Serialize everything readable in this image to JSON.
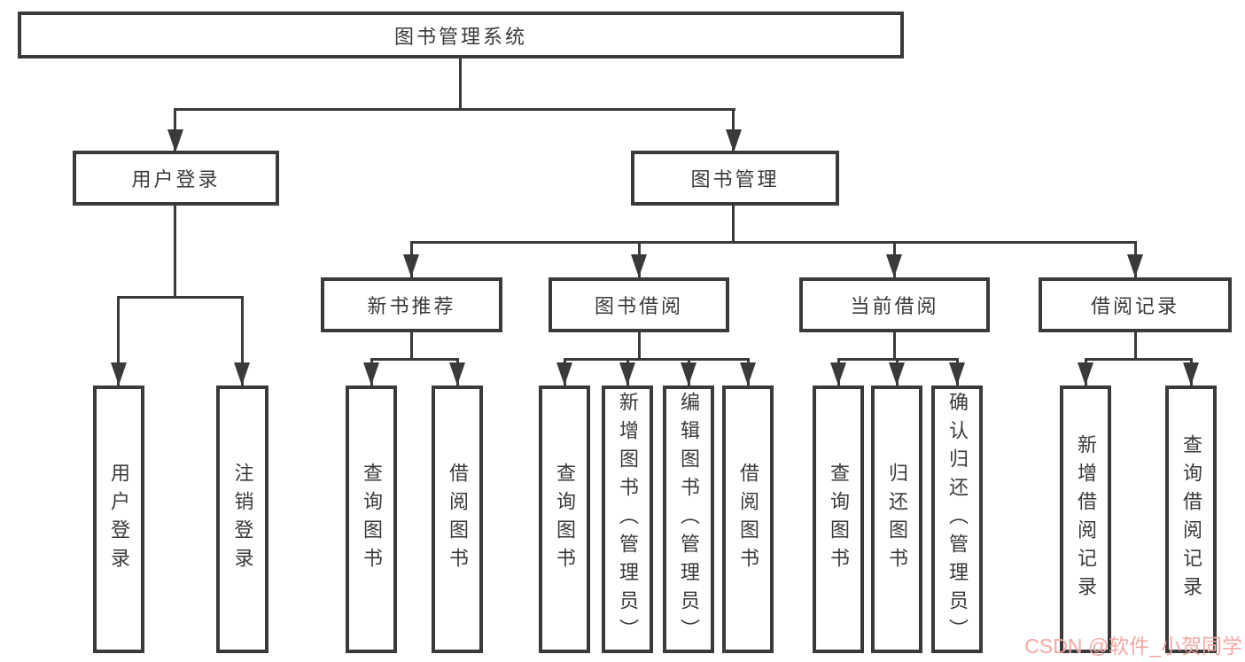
{
  "diagram": {
    "root": {
      "label": "图书管理系统"
    },
    "branches": [
      {
        "label": "用户登录",
        "children": [
          {
            "label": "用户登录"
          },
          {
            "label": "注销登录"
          }
        ]
      },
      {
        "label": "图书管理",
        "children": [
          {
            "label": "新书推荐",
            "children": [
              {
                "label": "查询图书"
              },
              {
                "label": "借阅图书"
              }
            ]
          },
          {
            "label": "图书借阅",
            "children": [
              {
                "label": "查询图书"
              },
              {
                "label": "新增图书（管理员）"
              },
              {
                "label": "编辑图书（管理员）"
              },
              {
                "label": "借阅图书"
              }
            ]
          },
          {
            "label": "当前借阅",
            "children": [
              {
                "label": "查询图书"
              },
              {
                "label": "归还图书"
              },
              {
                "label": "确认归还（管理员）"
              }
            ]
          },
          {
            "label": "借阅记录",
            "children": [
              {
                "label": "新增借阅记录"
              },
              {
                "label": "查询借阅记录"
              }
            ]
          }
        ]
      }
    ]
  },
  "watermark": {
    "text": "CSDN @软件_小贺同学",
    "color": "#f2a8a3"
  },
  "colors": {
    "line": "#3a3a3a",
    "text": "#3a3a3a",
    "box_background": "#ffffff",
    "page_background": "#ffffff"
  }
}
